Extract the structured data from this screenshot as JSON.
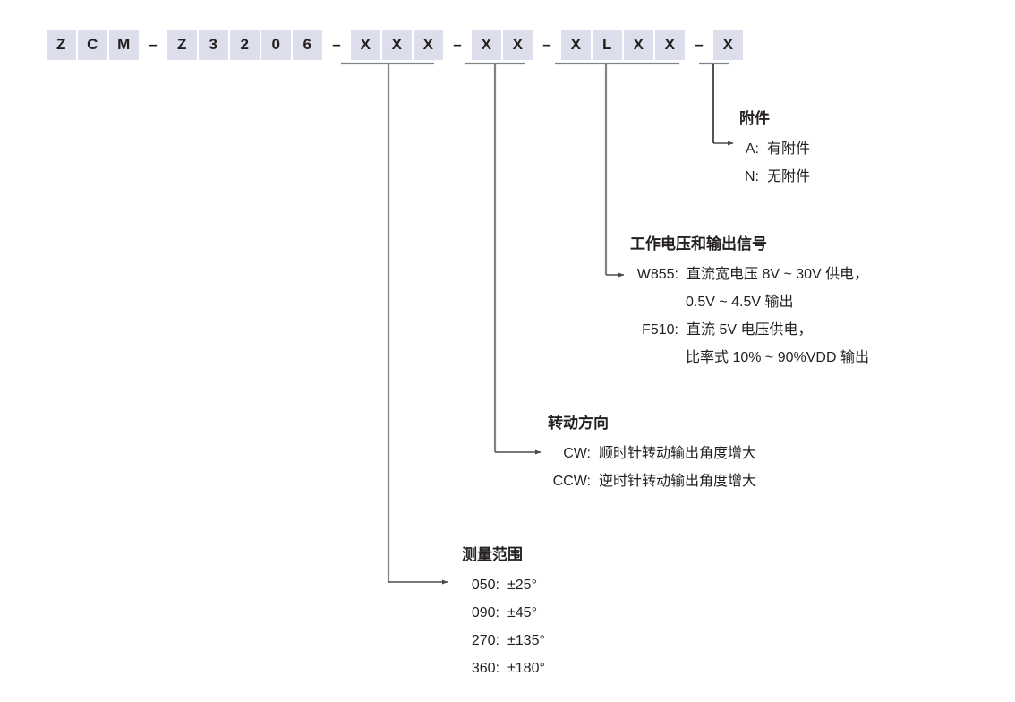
{
  "part_number": {
    "groups": [
      {
        "name": "series",
        "cells": [
          "Z",
          "C",
          "M"
        ],
        "separator": "–"
      },
      {
        "name": "model",
        "cells": [
          "Z",
          "3",
          "2",
          "0",
          "6"
        ],
        "separator": "–"
      },
      {
        "name": "measuring-range",
        "cells": [
          "X",
          "X",
          "X"
        ],
        "separator": "–"
      },
      {
        "name": "rotation-direction",
        "cells": [
          "X",
          "X"
        ],
        "separator": "–"
      },
      {
        "name": "voltage-signal",
        "cells": [
          "X",
          "L",
          "X",
          "X"
        ],
        "separator": "–"
      },
      {
        "name": "accessory",
        "cells": [
          "X"
        ],
        "separator": ""
      }
    ]
  },
  "annotations": {
    "accessory": {
      "title": "附件",
      "options": [
        {
          "key": "A:",
          "value": "有附件"
        },
        {
          "key": "N:",
          "value": "无附件"
        }
      ]
    },
    "voltage": {
      "title": "工作电压和输出信号",
      "options": [
        {
          "key": "W855:",
          "value": "直流宽电压 8V ~ 30V 供电，"
        },
        {
          "key": "F510:",
          "value": "直流 5V 电压供电，"
        }
      ],
      "continuation_1": "0.5V ~ 4.5V 输出",
      "continuation_2": "比率式 10% ~ 90%VDD 输出"
    },
    "direction": {
      "title": "转动方向",
      "options": [
        {
          "key": "CW:",
          "value": "顺时针转动输出角度增大"
        },
        {
          "key": "CCW:",
          "value": "逆时针转动输出角度增大"
        }
      ]
    },
    "range": {
      "title": "测量范围",
      "options": [
        {
          "key": "050:",
          "value": "±25°"
        },
        {
          "key": "090:",
          "value": "±45°"
        },
        {
          "key": "270:",
          "value": "±135°"
        },
        {
          "key": "360:",
          "value": "±180°"
        }
      ]
    }
  },
  "colors": {
    "cell_fill": "#dcdeec",
    "text": "#231f20",
    "leader_line": "#808285",
    "leader_line_dark": "#3f3f3f"
  }
}
